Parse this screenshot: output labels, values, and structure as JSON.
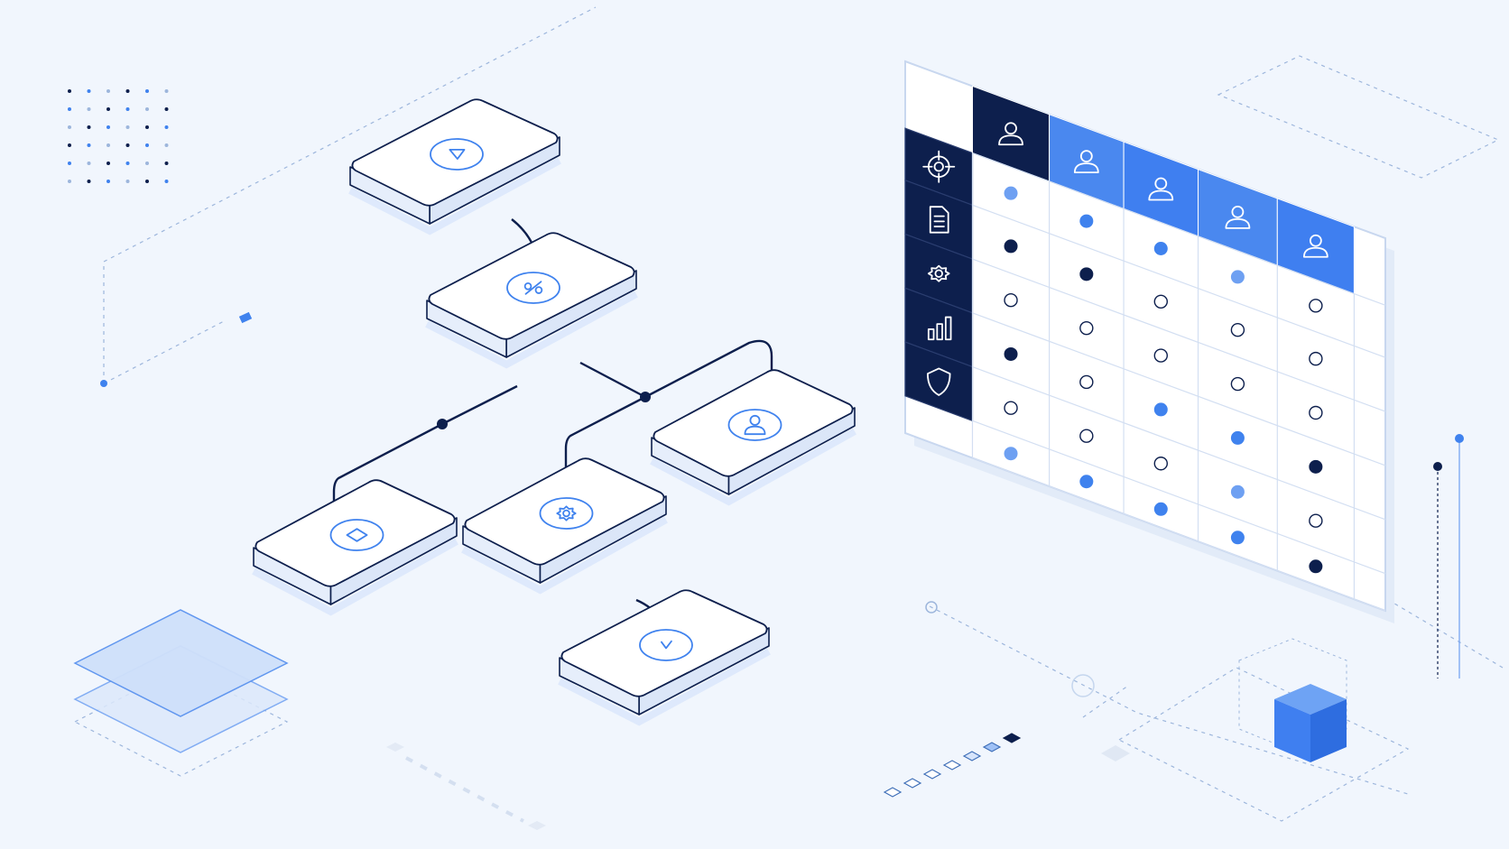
{
  "colors": {
    "background": "#f1f6fd",
    "navy": "#0d1f4d",
    "brand_blue": "#3f82ee",
    "light_blue": "#6ea0f2",
    "pale_blue": "#d6e4fb",
    "card_fill": "#ffffff",
    "card_side": "#e6eefb",
    "guide_line": "#9db6dc"
  },
  "flowchart": {
    "nodes": [
      {
        "id": "start",
        "icon": "play-triangle-icon"
      },
      {
        "id": "calculate",
        "icon": "percent-icon"
      },
      {
        "id": "review",
        "icon": "user-icon"
      },
      {
        "id": "process-square",
        "icon": "square-icon"
      },
      {
        "id": "configure",
        "icon": "gear-icon"
      },
      {
        "id": "approve",
        "icon": "check-icon"
      }
    ],
    "edges": [
      [
        "start",
        "calculate"
      ],
      [
        "calculate",
        "process-square"
      ],
      [
        "calculate",
        "configure"
      ],
      [
        "calculate",
        "review"
      ],
      [
        "configure",
        "approve"
      ]
    ]
  },
  "matrix": {
    "column_icons": [
      "user-icon",
      "user-icon",
      "user-icon",
      "user-icon",
      "user-icon"
    ],
    "column_header_colors": [
      "#0d1f4d",
      "#4a88ef",
      "#3f7ff0",
      "#4a88ef",
      "#3f7ff0"
    ],
    "row_icons": [
      "target-icon",
      "document-icon",
      "gear-icon",
      "bar-chart-icon",
      "shield-icon"
    ],
    "cells": [
      [
        "light",
        "navy",
        "empty",
        "navy",
        "empty",
        "light",
        "empty"
      ],
      [
        "blue",
        "navy",
        "empty",
        "empty",
        "empty",
        "blue",
        "empty"
      ],
      [
        "blue",
        "empty",
        "empty",
        "blue",
        "empty",
        "blue",
        "empty"
      ],
      [
        "light",
        "empty",
        "empty",
        "blue",
        "light",
        "blue",
        "empty"
      ],
      [
        "empty",
        "empty",
        "empty",
        "navy",
        "empty",
        "navy",
        "empty"
      ]
    ]
  }
}
